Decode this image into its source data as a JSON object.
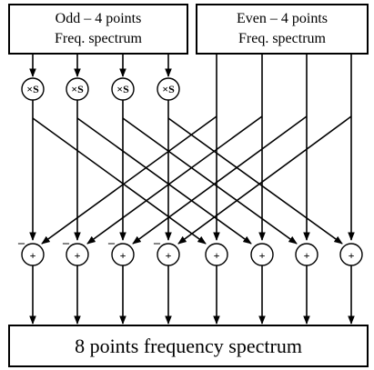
{
  "odd_box": {
    "line1": "Odd – 4 points",
    "line2": "Freq. spectrum"
  },
  "even_box": {
    "line1": "Even – 4 points",
    "line2": "Freq. spectrum"
  },
  "output_box": {
    "label": "8 points frequency spectrum"
  },
  "multiplier_symbol": "×S",
  "adder_symbol": "+",
  "subtract_sign": "–"
}
